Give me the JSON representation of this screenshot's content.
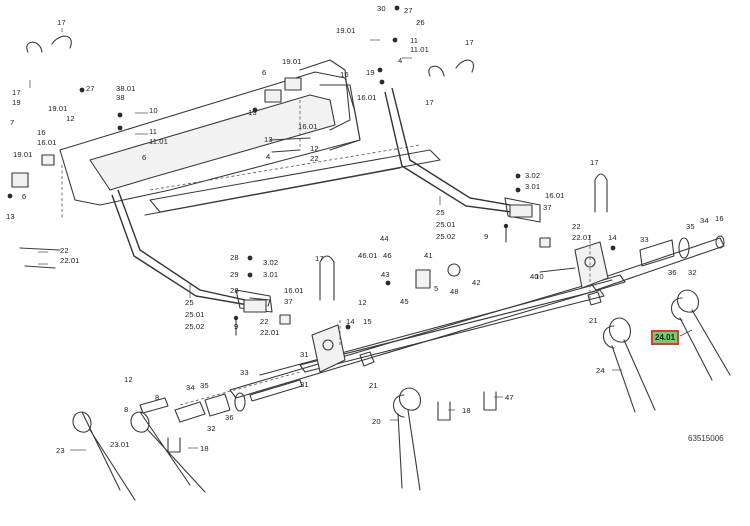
{
  "diagram": {
    "drawing_number": "63515006",
    "highlighted_label": "24.01",
    "colors": {
      "highlight_fill": "#6fcf6f",
      "highlight_border": "#d93a3a",
      "line": "#3a3a3a"
    },
    "callouts": [
      "17",
      "27",
      "26",
      "30",
      "19.01",
      "11.01",
      "11",
      "4",
      "17",
      "17",
      "6",
      "19.01",
      "27",
      "38.01",
      "38",
      "19",
      "10",
      "19.01",
      "16",
      "16.01",
      "16.01",
      "13",
      "6",
      "19.01",
      "19",
      "16",
      "16.01",
      "12",
      "11",
      "11.01",
      "4",
      "12",
      "22",
      "22.01",
      "19.01",
      "6",
      "13",
      "22",
      "22.01",
      "25",
      "25.01",
      "25.02",
      "3.02",
      "3.01",
      "37",
      "16.01",
      "22",
      "22.01",
      "9",
      "17",
      "13",
      "6",
      "14",
      "33",
      "35",
      "34",
      "16",
      "36",
      "32",
      "44",
      "46.01",
      "46",
      "41",
      "48",
      "42",
      "43",
      "40",
      "45",
      "10",
      "3.02",
      "3.01",
      "28",
      "29",
      "28",
      "16.01",
      "37",
      "22",
      "22.01",
      "9",
      "5",
      "12",
      "15",
      "14",
      "31",
      "21",
      "21",
      "24.01",
      "24",
      "20",
      "18",
      "47",
      "23",
      "23.01",
      "18",
      "12",
      "8",
      "34",
      "35",
      "33",
      "8",
      "32",
      "36",
      "31",
      "22",
      "22.01",
      "25",
      "25.01",
      "25.02",
      "17",
      "19",
      "7",
      "13",
      "15"
    ]
  }
}
